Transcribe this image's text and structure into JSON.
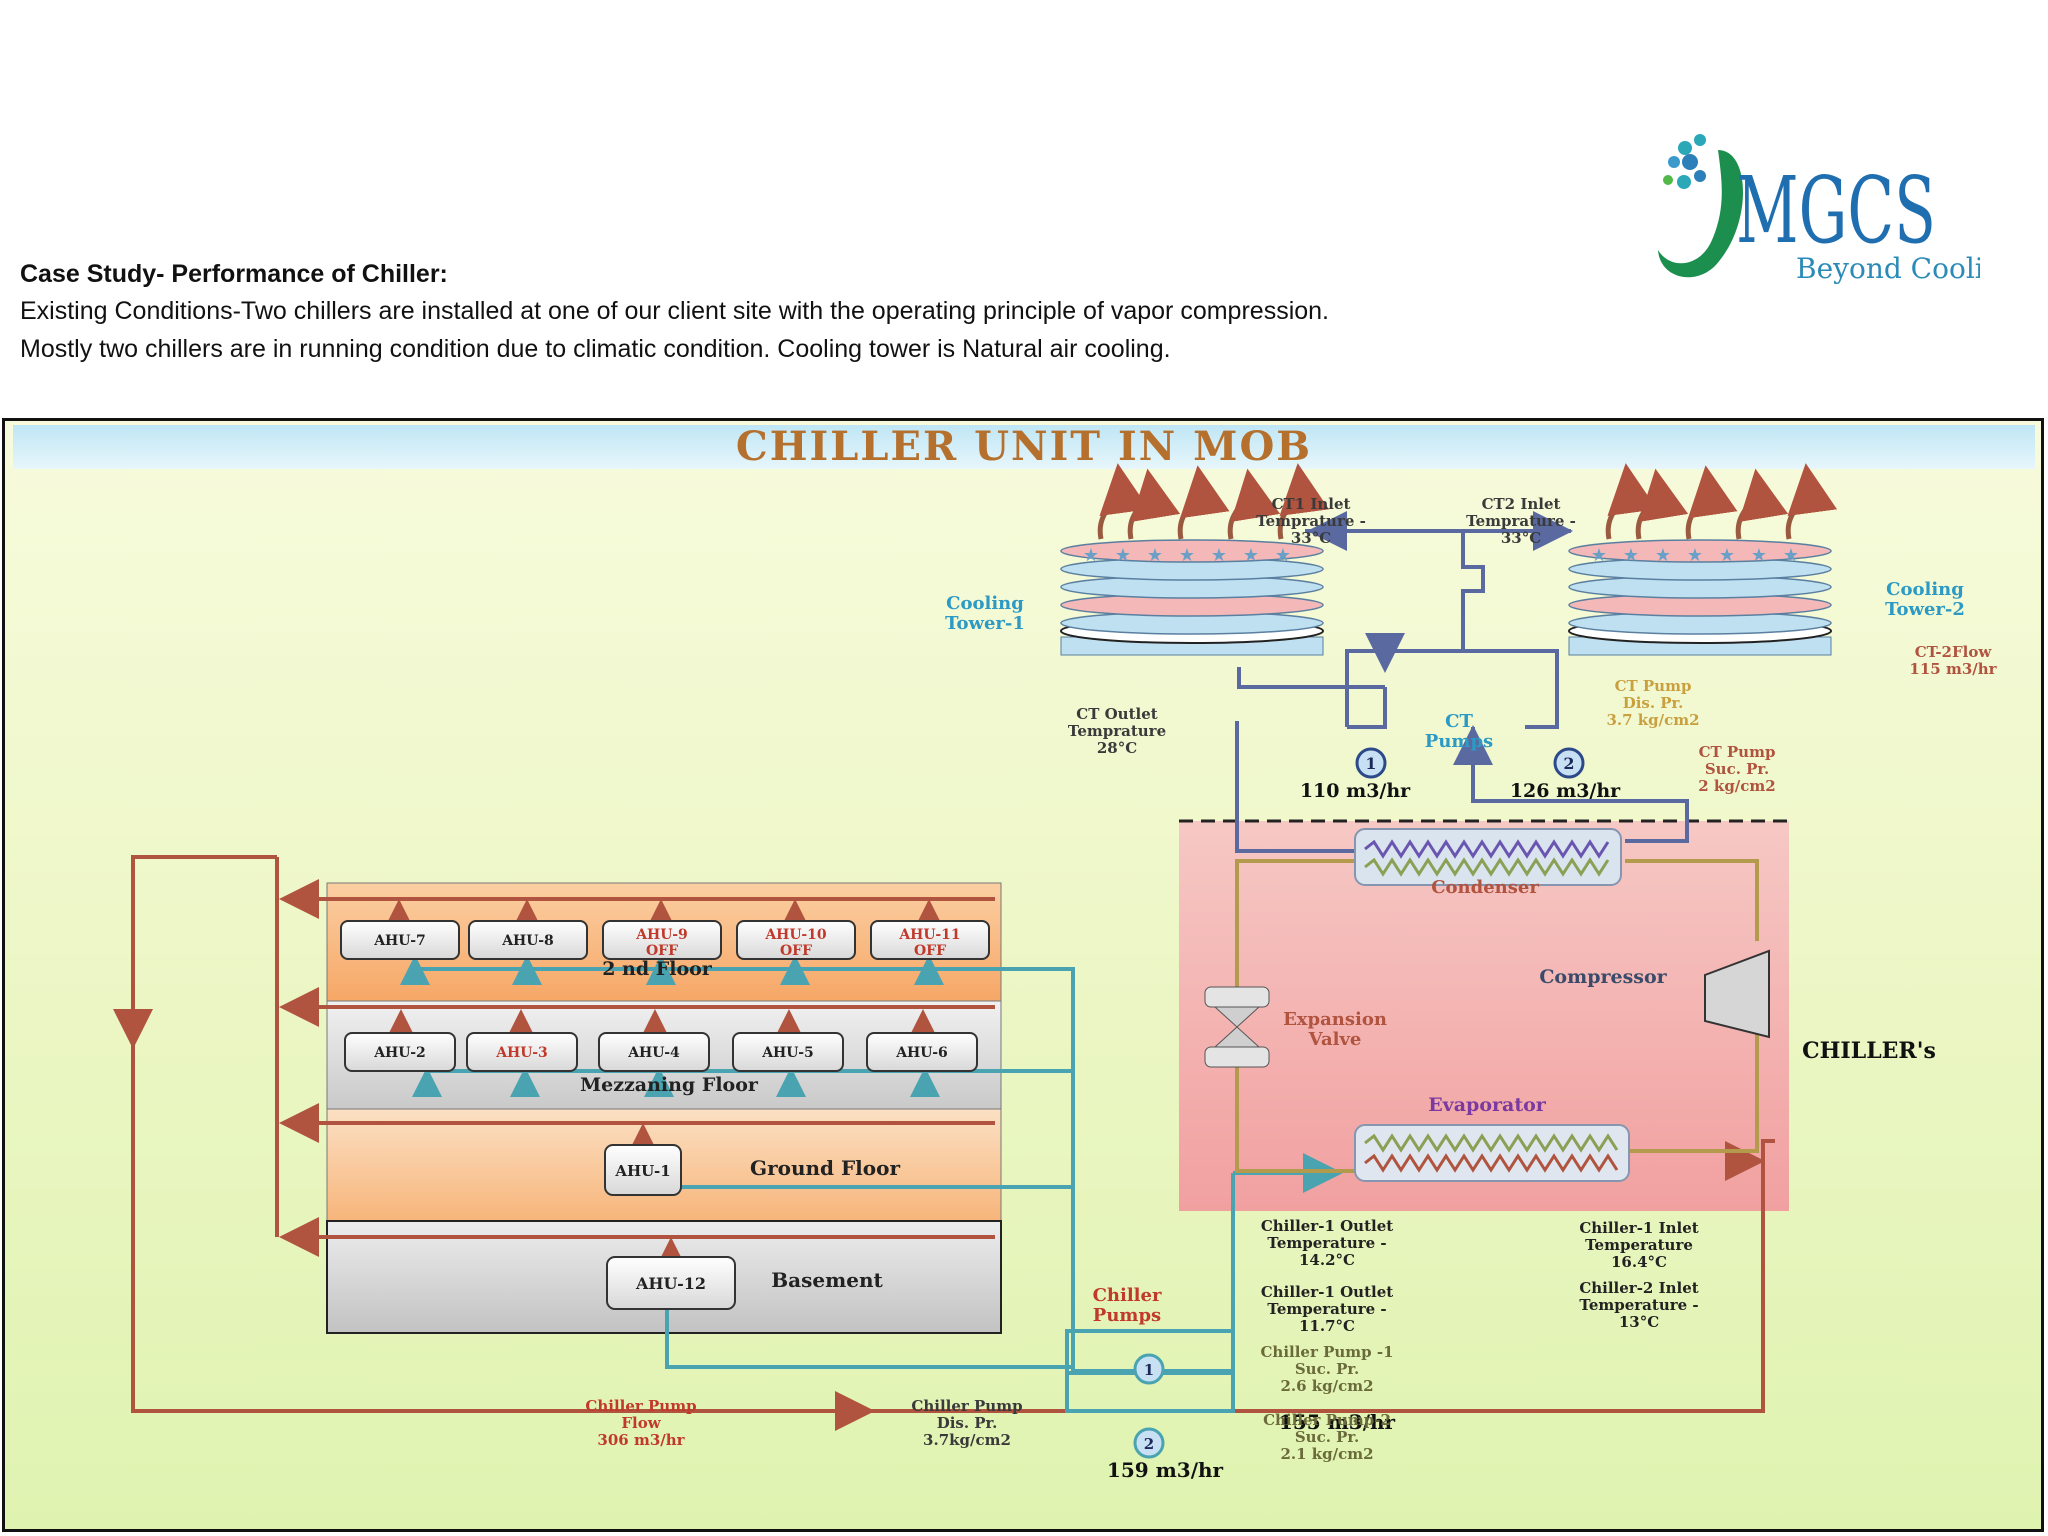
{
  "intro": {
    "title": "Case Study- Performance of Chiller:",
    "line1": "Existing Conditions-Two chillers are installed at one of our client site with the operating principle of vapor compression.",
    "line2": "Mostly two chillers are in running condition due to climatic condition. Cooling tower is Natural air cooling."
  },
  "logo": {
    "brand": "MGCS",
    "tagline": "Beyond Cooling"
  },
  "diagram": {
    "title": "CHILLER UNIT IN MOB",
    "cooling_tower_1": [
      "Cooling",
      "Tower-1"
    ],
    "cooling_tower_2": [
      "Cooling",
      "Tower-2"
    ],
    "ct1_inlet": [
      "CT1 Inlet",
      "Temprature -",
      "33°C"
    ],
    "ct2_inlet": [
      "CT2 Inlet",
      "Temprature -",
      "33°C"
    ],
    "ct2_flow": [
      "CT-2Flow",
      "115 m3/hr"
    ],
    "ct_outlet": [
      "CT Outlet",
      "Temprature",
      "28°C"
    ],
    "ct_pumps": [
      "CT",
      "Pumps"
    ],
    "ct_pump_dis": [
      "CT Pump",
      "Dis. Pr.",
      "3.7 kg/cm2"
    ],
    "ct_pump_suc": [
      "CT Pump",
      "Suc. Pr.",
      "2 kg/cm2"
    ],
    "ct_pump1_flow": "110 m3/hr",
    "ct_pump2_flow": "126 m3/hr",
    "pump_no_1": "1",
    "pump_no_2": "2",
    "condenser": "Condenser",
    "compressor": "Compressor",
    "expansion_valve": [
      "Expansion",
      "Valve"
    ],
    "evaporator": "Evaporator",
    "chillers": "CHILLER's",
    "floor_2nd": "2 nd Floor",
    "floor_mezz": "Mezzaning Floor",
    "floor_ground": "Ground Floor",
    "floor_basement": "Basement",
    "ahu_2nd": [
      {
        "l1": "AHU-7",
        "l2": "",
        "off": false
      },
      {
        "l1": "AHU-8",
        "l2": "",
        "off": false
      },
      {
        "l1": "AHU-9",
        "l2": "OFF",
        "off": true
      },
      {
        "l1": "AHU-10",
        "l2": "OFF",
        "off": true
      },
      {
        "l1": "AHU-11",
        "l2": "OFF",
        "off": true
      }
    ],
    "ahu_mezz": [
      {
        "l1": "AHU-2",
        "off": false
      },
      {
        "l1": "AHU-3",
        "off": true
      },
      {
        "l1": "AHU-4",
        "off": false
      },
      {
        "l1": "AHU-5",
        "off": false
      },
      {
        "l1": "AHU-6",
        "off": false
      }
    ],
    "ahu_ground": "AHU-1",
    "ahu_basement": "AHU-12",
    "chiller_pumps": [
      "Chiller",
      "Pumps"
    ],
    "chiller_pump1_flow": "155 m3/hr",
    "chiller_pump2_flow": "159 m3/hr",
    "chiller_pump_flow": [
      "Chiller Pump",
      "Flow",
      "306 m3/hr"
    ],
    "chiller_pump_dis": [
      "Chiller Pump",
      "Dis. Pr.",
      "3.7kg/cm2"
    ],
    "ch1_outlet": [
      "Chiller-1 Outlet",
      "Temperature -",
      "14.2°C"
    ],
    "ch2_outlet": [
      "Chiller-1 Outlet",
      "Temperature -",
      "11.7°C"
    ],
    "ch_pump1_suc": [
      "Chiller Pump -1",
      "Suc. Pr.",
      "2.6 kg/cm2"
    ],
    "ch_pump2_suc": [
      "Chiller Pump-2",
      "Suc. Pr.",
      "2.1 kg/cm2"
    ],
    "ch1_inlet": [
      "Chiller-1 Inlet",
      "Temperature",
      "16.4°C"
    ],
    "ch2_inlet": [
      "Chiller-2 Inlet",
      "Temperature -",
      "13°C"
    ]
  }
}
